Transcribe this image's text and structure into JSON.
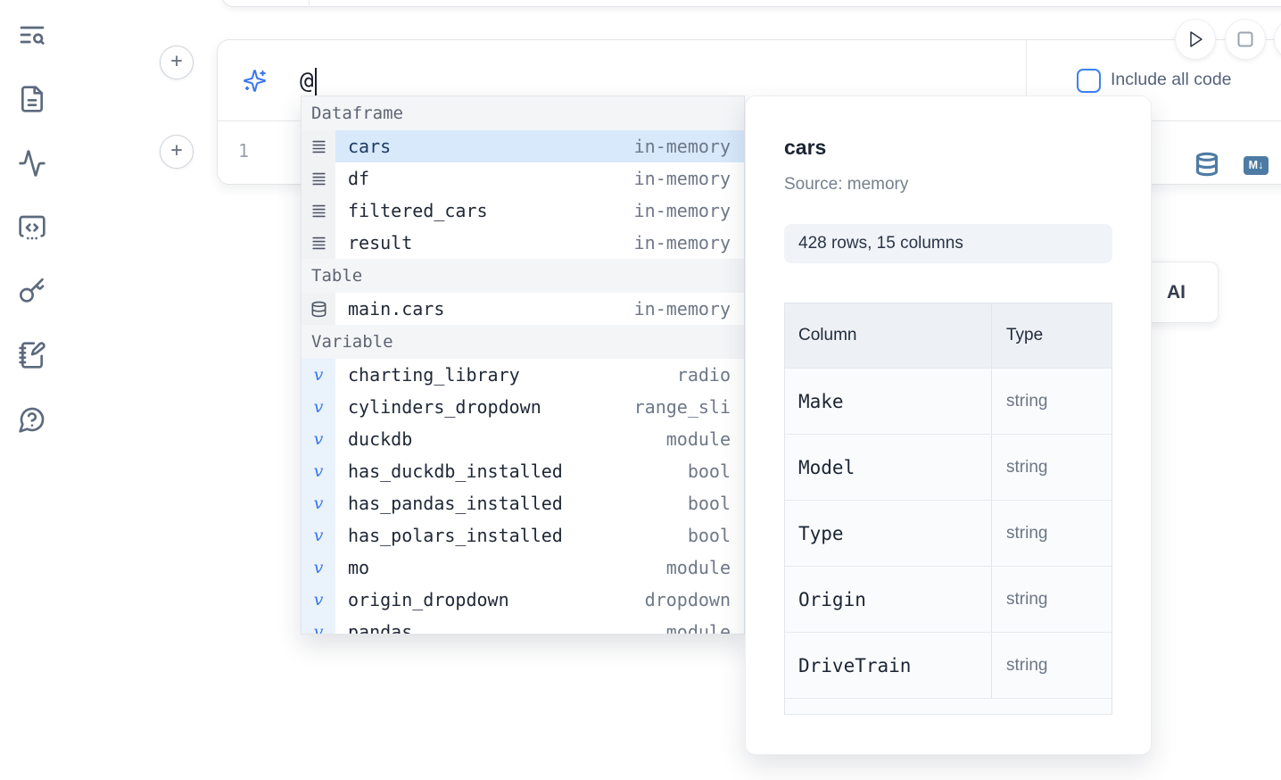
{
  "sidebar": {
    "icons": [
      "table-of-contents-search",
      "file-document",
      "activity",
      "code-snippet",
      "key",
      "scratchpad-notebook-pen",
      "help-chat-question"
    ]
  },
  "add_buttons": {
    "label": "+"
  },
  "ai_prompt": {
    "value": "@",
    "include_all_code_label": "Include all code"
  },
  "run_controls": {
    "play": "run",
    "stop": "interrupt"
  },
  "code_cell": {
    "line_number": "1",
    "toolbar_icons": [
      "database-icon",
      "markdown-icon"
    ],
    "markdown_badge": "M↓"
  },
  "autocomplete": {
    "sections": [
      {
        "label": "Dataframe",
        "icon": "rows-icon",
        "items": [
          {
            "name": "cars",
            "type": "in-memory",
            "selected": true
          },
          {
            "name": "df",
            "type": "in-memory"
          },
          {
            "name": "filtered_cars",
            "type": "in-memory"
          },
          {
            "name": "result",
            "type": "in-memory"
          }
        ]
      },
      {
        "label": "Table",
        "icon": "database-icon",
        "items": [
          {
            "name": "main.cars",
            "type": "in-memory"
          }
        ]
      },
      {
        "label": "Variable",
        "icon": "variable-icon",
        "items": [
          {
            "name": "charting_library",
            "type": "radio"
          },
          {
            "name": "cylinders_dropdown",
            "type": "range_sli"
          },
          {
            "name": "duckdb",
            "type": "module"
          },
          {
            "name": "has_duckdb_installed",
            "type": "bool"
          },
          {
            "name": "has_pandas_installed",
            "type": "bool"
          },
          {
            "name": "has_polars_installed",
            "type": "bool"
          },
          {
            "name": "mo",
            "type": "module"
          },
          {
            "name": "origin_dropdown",
            "type": "dropdown"
          },
          {
            "name": "pandas",
            "type": "module",
            "partial": true
          }
        ]
      }
    ]
  },
  "preview": {
    "title": "cars",
    "source": "Source: memory",
    "shape": "428 rows, 15 columns",
    "table": {
      "headers": [
        "Column",
        "Type"
      ],
      "rows": [
        [
          "Make",
          "string"
        ],
        [
          "Model",
          "string"
        ],
        [
          "Type",
          "string"
        ],
        [
          "Origin",
          "string"
        ],
        [
          "DriveTrain",
          "string"
        ]
      ]
    }
  },
  "ai_popover": {
    "label_fragment": "AI"
  },
  "colors": {
    "accent_blue": "#3b76f0",
    "toolbar_icon_blue": "#4d7ba4",
    "selection_bg": "#d7e9fb",
    "sidebar_icon": "#5c6a7d"
  }
}
